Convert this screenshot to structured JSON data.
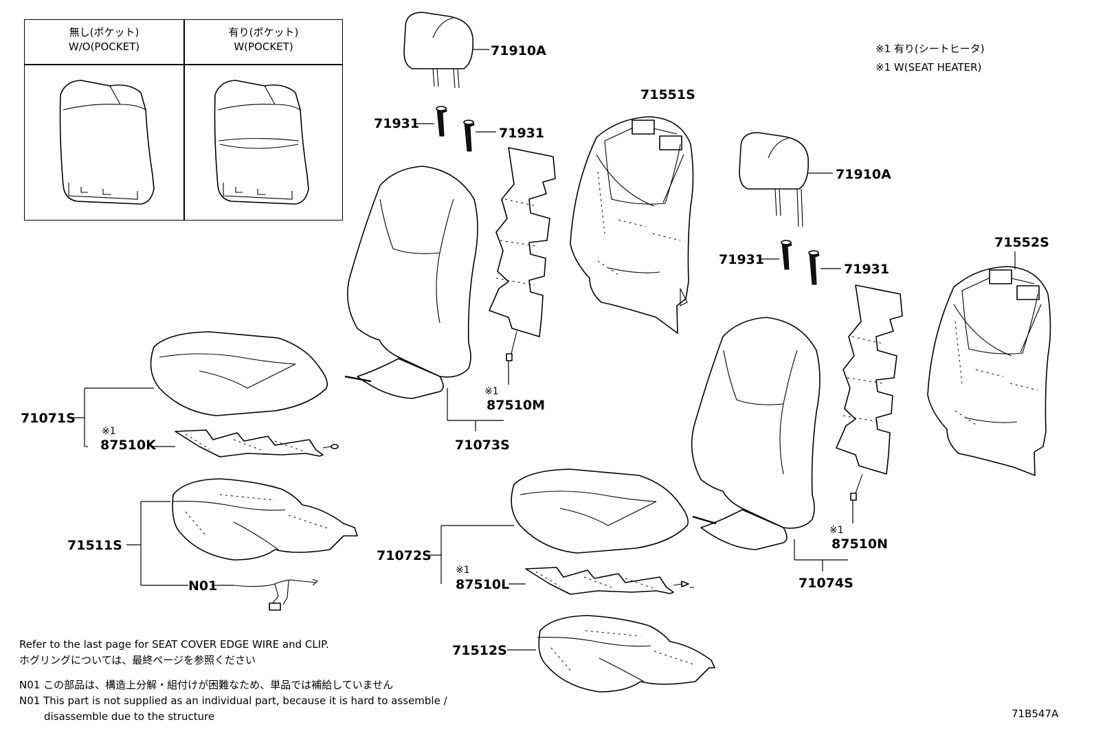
{
  "inset": {
    "left_header_jp": "無し(ポケット)",
    "left_header_en": "W/O(POCKET)",
    "right_header_jp": "有り(ポケット)",
    "right_header_en": "W(POCKET)"
  },
  "legend": {
    "line1": "※1 有り(シートヒータ)",
    "line2": "※1 W(SEAT HEATER)"
  },
  "marks": {
    "note_ref": "※1"
  },
  "parts": {
    "p71910A_left": "71910A",
    "p71931_left_a": "71931",
    "p71931_left_b": "71931",
    "p71551S": "71551S",
    "p71910A_right": "71910A",
    "p71931_right_a": "71931",
    "p71931_right_b": "71931",
    "p71552S": "71552S",
    "p87510M": "87510M",
    "p71073S": "71073S",
    "p71071S": "71071S",
    "p87510K": "87510K",
    "p71511S": "71511S",
    "pN01": "N01",
    "p71072S": "71072S",
    "p87510L": "87510L",
    "p71512S": "71512S",
    "p87510N": "87510N",
    "p71074S": "71074S"
  },
  "notes": {
    "refer_en": "Refer to the last page for SEAT COVER EDGE WIRE and CLIP.",
    "refer_jp": "ホグリングについては、最終ページを参照ください",
    "n01_jp": "N01 この部品は、構造上分解・組付けが困難なため、単品では補給していません",
    "n01_en_1": "N01 This part is not supplied as an individual part, because it is hard to assemble /",
    "n01_en_2": "disassemble due to the structure"
  },
  "drawing_number": "71B547A"
}
